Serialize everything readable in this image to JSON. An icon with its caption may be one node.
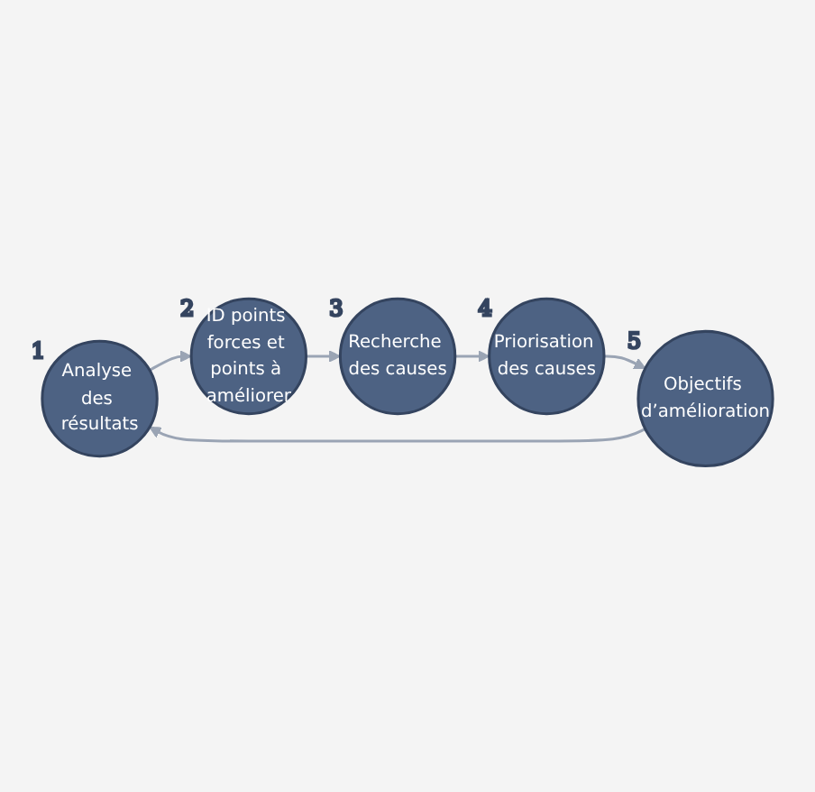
{
  "diagram": {
    "nodes": [
      {
        "text": [
          "Analyse des résultats"
        ],
        "beside": [
          "1"
        ]
      },
      {
        "text": [
          "ID points forces et points à améliorer"
        ],
        "beside": [
          "2"
        ]
      },
      {
        "text": [
          "Recherche des causes"
        ],
        "beside": [
          "3"
        ]
      },
      {
        "text": [
          "Priorisation des causes"
        ],
        "beside": [
          "4"
        ]
      },
      {
        "text": [
          "Objectifs d’amélioration"
        ],
        "beside": [
          "5"
        ]
      }
    ],
    "edges": [
      {
        "from": 0,
        "to": 1,
        "arrow": "to"
      },
      {
        "from": 1,
        "to": 2,
        "arrow": "to"
      },
      {
        "from": 2,
        "to": 3,
        "arrow": "to"
      },
      {
        "from": 3,
        "to": 4,
        "arrow": "to"
      },
      {
        "from": 4,
        "to": 0,
        "arrow": "to"
      }
    ]
  }
}
